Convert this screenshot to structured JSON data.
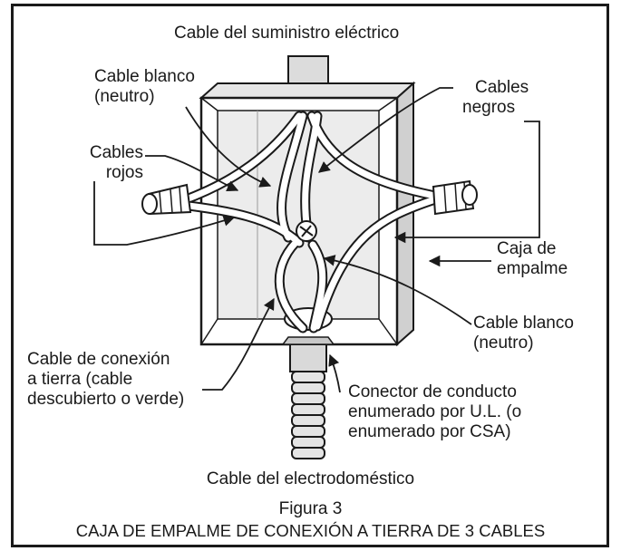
{
  "labels": {
    "supply_cable": "Cable del suministro eléctrico",
    "white_neutral_top": [
      "Cable blanco",
      "(neutro)"
    ],
    "black_cables": [
      "Cables",
      "negros"
    ],
    "red_cables": [
      "Cables",
      "rojos"
    ],
    "junction_box": [
      "Caja de",
      "empalme"
    ],
    "white_neutral_bottom": [
      "Cable blanco",
      "(neutro)"
    ],
    "ground_cable": [
      "Cable de conexión",
      "a tierra (cable",
      "descubierto o verde)"
    ],
    "conduit_connector": [
      "Conector de conducto",
      "enumerado por U.L. (o",
      "enumerado por CSA)"
    ],
    "appliance_cable": "Cable del electrodoméstico",
    "figure_number": "Figura 3",
    "figure_title": "CAJA DE EMPALME DE CONEXIÓN A TIERRA DE 3 CABLES"
  },
  "colors": {
    "line": "#1a1a1a",
    "box_face": "#ffffff",
    "box_shade": "#d9d9d9",
    "wire_fill": "#ffffff"
  },
  "icons": {
    "wire_nut": "wire-nut-icon",
    "ground_screw": "ground-screw-icon"
  }
}
